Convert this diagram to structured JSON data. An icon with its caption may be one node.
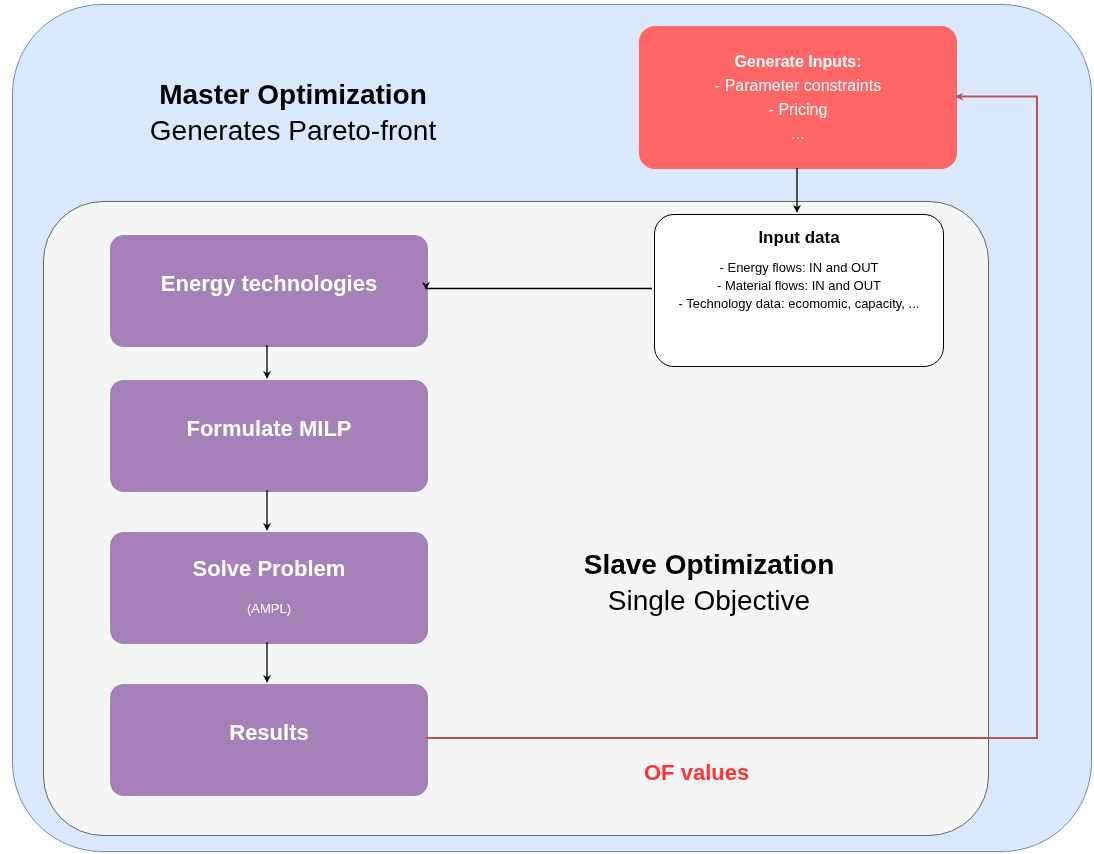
{
  "diagram": {
    "nodes": [
      {
        "text": [
          "Master Optimization",
          "Generates Pareto-front"
        ]
      },
      {
        "text": [
          "Generate Inputs:",
          "- Parameter constraints",
          "- Pricing",
          "..."
        ],
        "in": 0
      },
      {
        "text": [
          "Slave Optimization",
          "Single Objective"
        ],
        "in": 0
      },
      {
        "text": [
          "Input data",
          "- Energy flows: IN and OUT",
          "- Material flows: IN and OUT",
          "- Technology data: ecomomic, capacity, ..."
        ],
        "in": 2
      },
      {
        "text": [
          "Energy technologies"
        ],
        "in": 2
      },
      {
        "text": [
          "Formulate MILP"
        ],
        "in": 2
      },
      {
        "text": [
          "Solve Problem",
          "(AMPL)"
        ],
        "in": 2
      },
      {
        "text": [
          "Results"
        ],
        "in": 2
      }
    ],
    "edges": [
      {
        "from": 1,
        "to": 3,
        "arrow": "to"
      },
      {
        "from": 3,
        "to": 4,
        "arrow": "to"
      },
      {
        "from": 4,
        "to": 5,
        "arrow": "to"
      },
      {
        "from": 5,
        "to": 6,
        "arrow": "to"
      },
      {
        "from": 6,
        "to": 7,
        "arrow": "to"
      },
      {
        "from": 7,
        "to": 1,
        "arrow": "to",
        "label": "OF values",
        "color": "#b85450"
      }
    ]
  }
}
